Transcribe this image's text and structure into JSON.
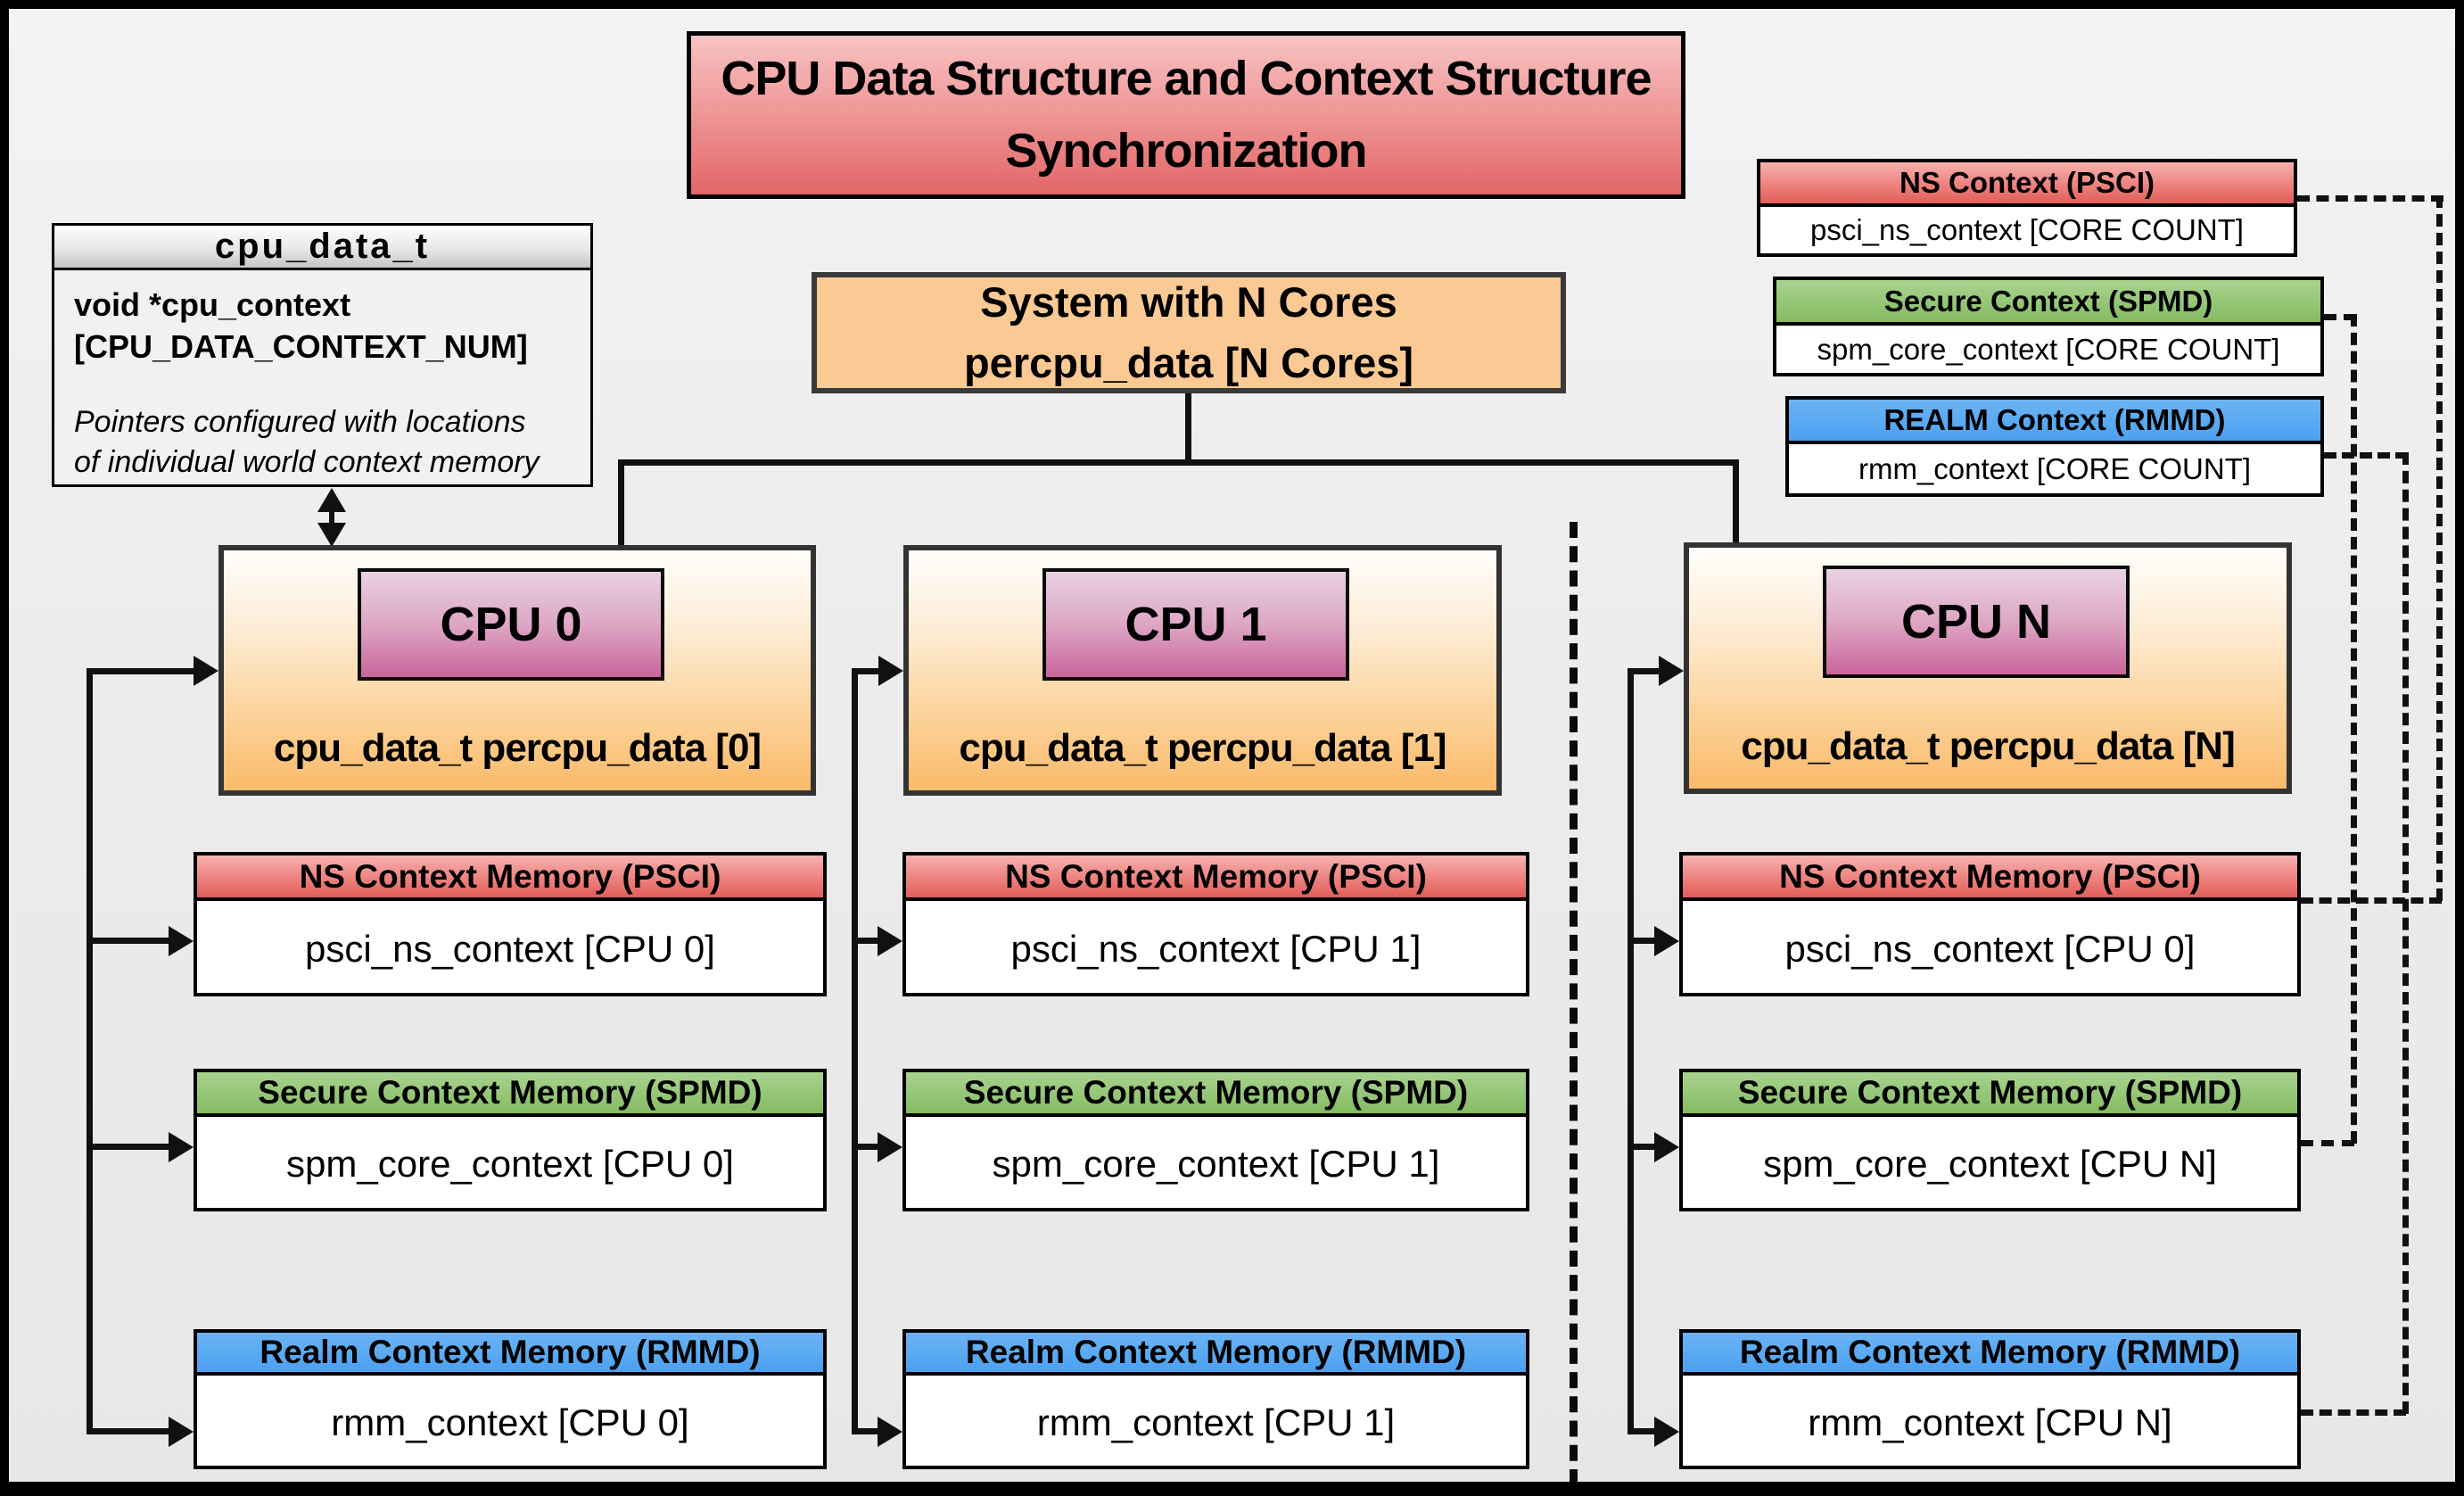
{
  "title": {
    "line1": "CPU Data Structure and Context Structure",
    "line2": "Synchronization"
  },
  "struct_box": {
    "header": "cpu_data_t",
    "field_line1": "void  *cpu_context",
    "field_line2": "[CPU_DATA_CONTEXT_NUM]",
    "note_line1": "Pointers configured with locations",
    "note_line2": "of individual world context memory"
  },
  "system_box": {
    "line1": "System with N Cores",
    "line2": "percpu_data [N Cores]"
  },
  "legend": {
    "ns": {
      "title": "NS Context  (PSCI)",
      "body": "psci_ns_context [CORE COUNT]"
    },
    "secure": {
      "title": "Secure Context (SPMD)",
      "body": "spm_core_context [CORE COUNT]"
    },
    "realm": {
      "title": "REALM Context (RMMD)",
      "body": "rmm_context [CORE COUNT]"
    }
  },
  "cpus": [
    {
      "label": "CPU 0",
      "data_label": "cpu_data_t percpu_data [0]",
      "ns": {
        "title": "NS Context Memory (PSCI)",
        "body": "psci_ns_context [CPU 0]"
      },
      "secure": {
        "title": "Secure Context Memory (SPMD)",
        "body": "spm_core_context [CPU 0]"
      },
      "realm": {
        "title": "Realm Context Memory (RMMD)",
        "body": "rmm_context [CPU 0]"
      }
    },
    {
      "label": "CPU 1",
      "data_label": "cpu_data_t percpu_data [1]",
      "ns": {
        "title": "NS Context Memory (PSCI)",
        "body": "psci_ns_context [CPU 1]"
      },
      "secure": {
        "title": "Secure Context Memory (SPMD)",
        "body": "spm_core_context [CPU 1]"
      },
      "realm": {
        "title": "Realm Context Memory (RMMD)",
        "body": "rmm_context [CPU 1]"
      }
    },
    {
      "label": "CPU N",
      "data_label": "cpu_data_t percpu_data [N]",
      "ns": {
        "title": "NS Context Memory (PSCI)",
        "body": "psci_ns_context [CPU 0]"
      },
      "secure": {
        "title": "Secure Context Memory (SPMD)",
        "body": "spm_core_context [CPU N]"
      },
      "realm": {
        "title": "Realm Context Memory (RMMD)",
        "body": "rmm_context [CPU N]"
      }
    }
  ],
  "colors": {
    "background": "#ededed",
    "red_header": "#e05d59",
    "green_header": "#84bb61",
    "blue_header": "#58a9f2",
    "system_orange": "#fbc993",
    "cpu_gradient_bottom": "#faba69",
    "cpu_label_pink": "#ca659c",
    "title_red": "#e26667",
    "line_black": "#111111"
  }
}
